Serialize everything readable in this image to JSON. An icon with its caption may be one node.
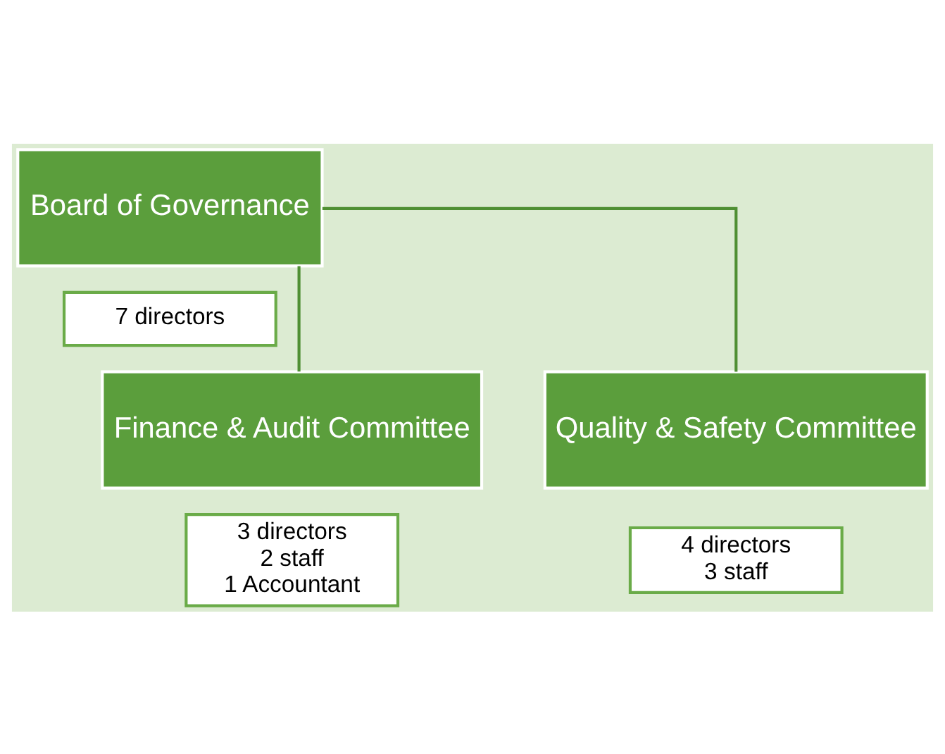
{
  "diagram": {
    "nodes": [
      {
        "text": [
          "Board of Governance"
        ]
      },
      {
        "text": [
          "7 directors"
        ]
      },
      {
        "text": [
          "Finance & Audit Committee"
        ]
      },
      {
        "text": [
          "3 directors",
          "2 staff",
          "1 Accountant"
        ]
      },
      {
        "text": [
          "Quality & Safety Committee"
        ]
      },
      {
        "text": [
          "4 directors",
          "3 staff"
        ]
      }
    ],
    "edges": [
      {
        "from": 0,
        "to": 2,
        "arrow": "none"
      },
      {
        "from": 0,
        "to": 4,
        "arrow": "none"
      }
    ]
  }
}
